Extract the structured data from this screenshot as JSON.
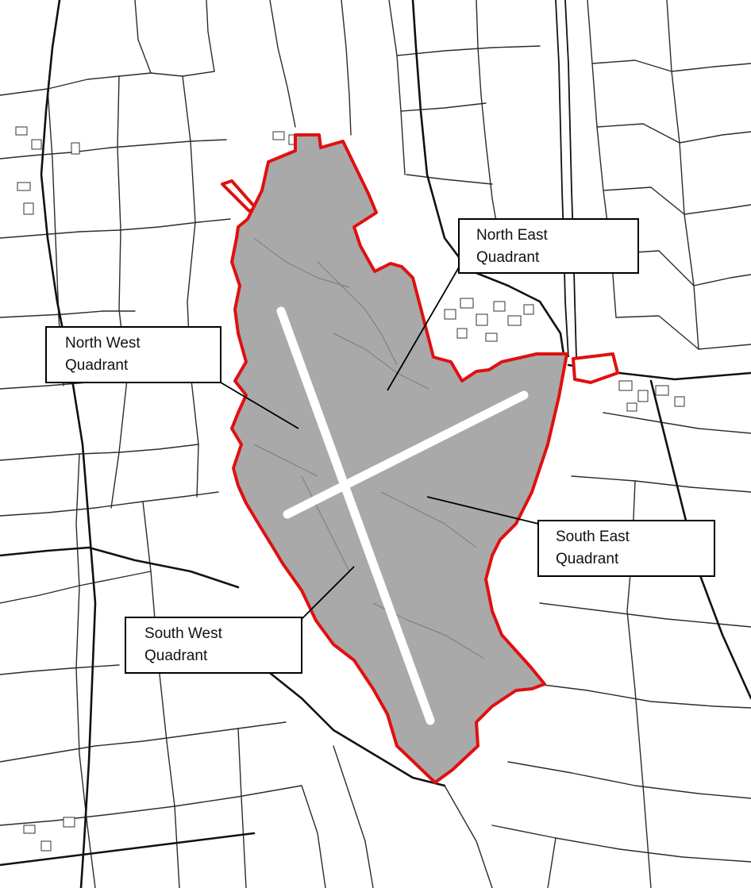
{
  "colors": {
    "background": "#ffffff",
    "map_lines": "#2b2b2b",
    "site_fill": "#a9a9a9",
    "site_boundary": "#e01010",
    "runway": "#ffffff",
    "label_border": "#000000"
  },
  "labels": {
    "north_east": {
      "line1": "North East",
      "line2": "Quadrant"
    },
    "north_west": {
      "line1": "North West",
      "line2": "Quadrant"
    },
    "south_east": {
      "line1": "South East",
      "line2": "Quadrant"
    },
    "south_west": {
      "line1": "South West",
      "line2": "Quadrant"
    }
  }
}
